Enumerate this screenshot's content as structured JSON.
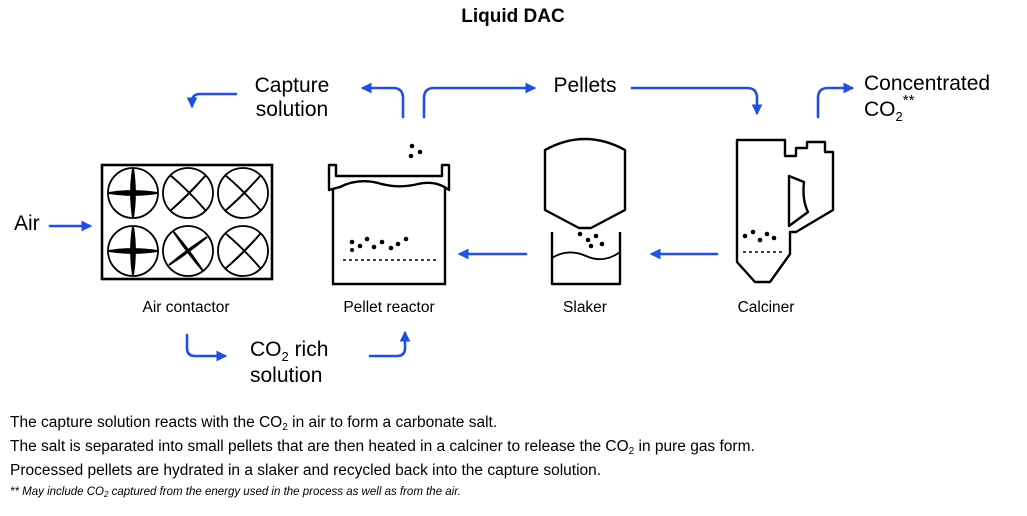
{
  "title": "Liquid DAC",
  "flow_labels": {
    "capture_solution_line1": "Capture",
    "capture_solution_line2": "solution",
    "pellets": "Pellets",
    "concentrated_line1": "Concentrated",
    "concentrated_co": "CO",
    "concentrated_sub": "2",
    "concentrated_sup": "**",
    "air": "Air",
    "co2_rich_co": "CO",
    "co2_rich_sub": "2",
    "co2_rich_rest": " rich",
    "co2_rich_line2": "solution"
  },
  "units": {
    "air_contactor": "Air contactor",
    "pellet_reactor": "Pellet reactor",
    "slaker": "Slaker",
    "calciner": "Calciner"
  },
  "description": {
    "line1_a": "The capture solution reacts with the CO",
    "line1_sub": "2",
    "line1_b": " in air to form a carbonate salt.",
    "line2_a": "The salt is separated into small pellets that are then heated in a calciner to release the CO",
    "line2_sub": "2",
    "line2_b": " in pure gas form.",
    "line3": "Processed pellets are hydrated in a slaker and recycled back into the capture solution."
  },
  "footnote": {
    "a": "** May include CO",
    "sub": "2",
    "b": " captured from the energy used in the process as well as from the air."
  },
  "colors": {
    "arrow": "#1f4fe8",
    "line": "#000000"
  }
}
